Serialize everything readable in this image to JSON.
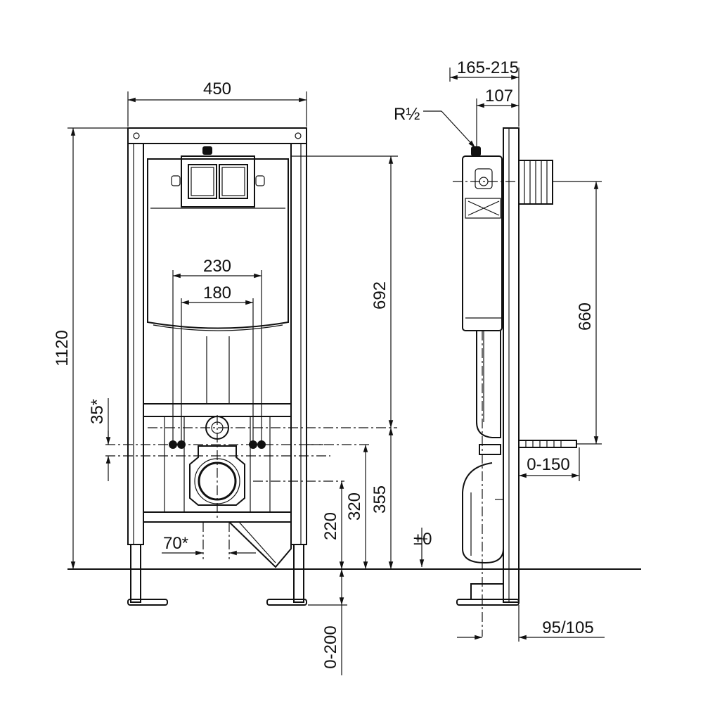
{
  "dimensions": {
    "width_450": "450",
    "height_1120": "1120",
    "spacing_230": "230",
    "spacing_180": "180",
    "height_692": "692",
    "offset_35": "35*",
    "height_355": "355",
    "height_320": "320",
    "height_220": "220",
    "offset_70": "70*",
    "leg_0_200": "0-200",
    "depth_165_215": "165-215",
    "depth_107": "107",
    "thread_r_half": "R½",
    "height_660": "660",
    "bolt_0_150": "0-150",
    "floor_95_105": "95/105",
    "level_0": "±0"
  }
}
